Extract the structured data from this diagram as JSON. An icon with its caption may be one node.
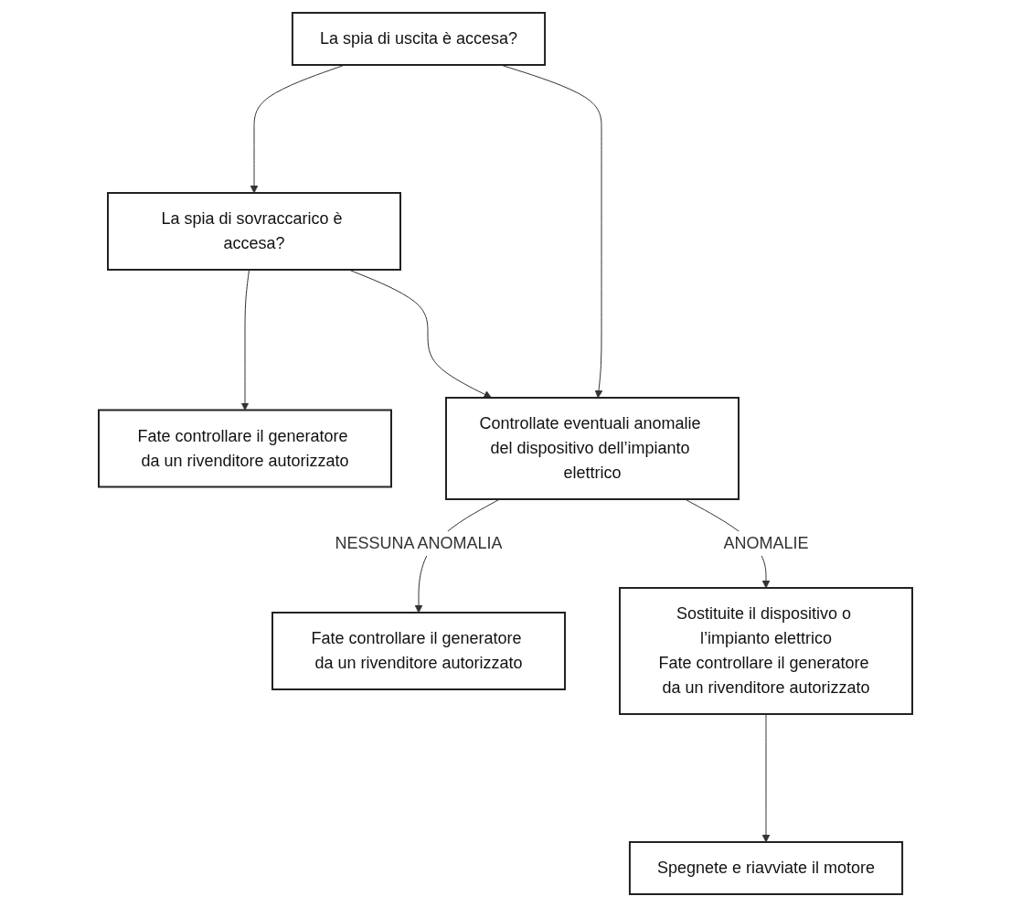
{
  "diagram": {
    "nodes": [
      {
        "text": [
          "La spia di uscita è accesa?"
        ]
      },
      {
        "text": [
          "La spia di sovraccarico è accesa?"
        ]
      },
      {
        "text": [
          "Fate controllare il generatore da un rivenditore autorizzato"
        ]
      },
      {
        "text": [
          "Controllate eventuali anomalie del dispositivo dell’impianto elettrico"
        ]
      },
      {
        "text": [
          "Fate controllare il generatore da un rivenditore autorizzato"
        ]
      },
      {
        "text": [
          "Sostituite il dispositivo o l’impianto elettrico",
          "Fate controllare il generatore da un rivenditore autorizzato"
        ]
      },
      {
        "text": [
          "Spegnete e riavviate il motore"
        ]
      }
    ],
    "edges": [
      {
        "from": 0,
        "to": 3,
        "arrow": "to"
      },
      {
        "from": 0,
        "to": 1,
        "arrow": "to"
      },
      {
        "from": 1,
        "to": 2,
        "arrow": "to"
      },
      {
        "from": 1,
        "to": 3,
        "arrow": "to"
      },
      {
        "from": 3,
        "to": 4,
        "arrow": "to",
        "label": "NESSUNA ANOMALIA"
      },
      {
        "from": 3,
        "to": 5,
        "arrow": "to",
        "label": "ANOMALIE"
      },
      {
        "from": 5,
        "to": 6,
        "arrow": "to"
      }
    ]
  }
}
